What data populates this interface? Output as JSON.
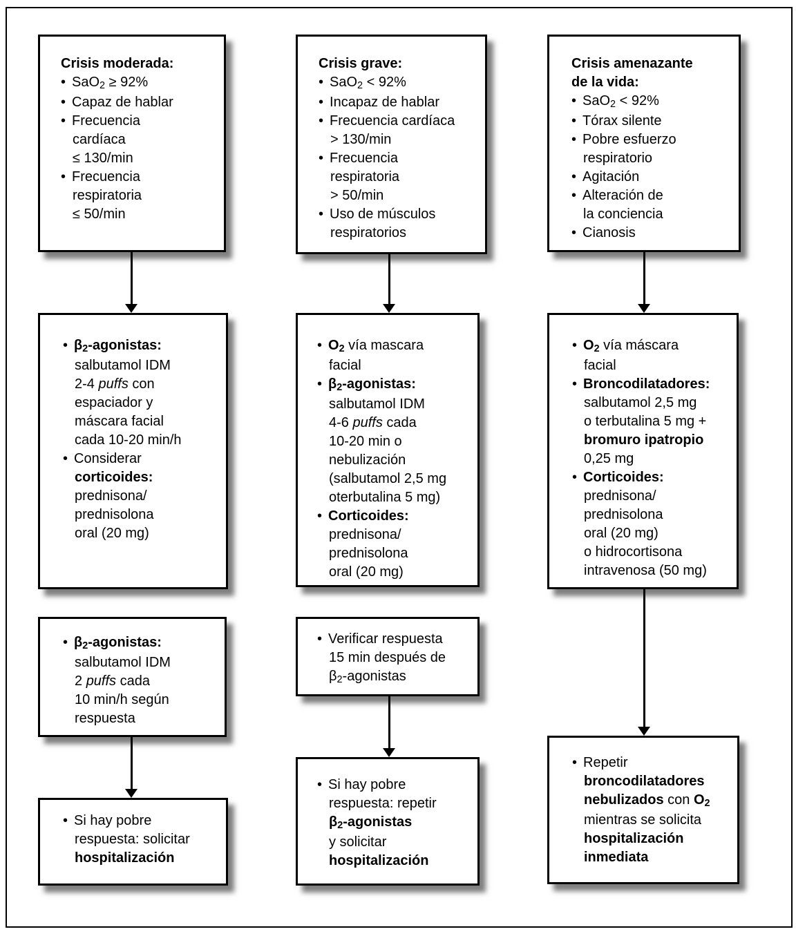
{
  "colors": {
    "background": "#ffffff",
    "box_border": "#000000",
    "text": "#000000",
    "frame_border": "#000000",
    "shadow": "rgba(0,0,0,0.5)"
  },
  "columns": [
    {
      "id": "crisis-moderada",
      "boxes": [
        {
          "name": "criterios-crisis-moderada",
          "title": [
            [
              "b",
              "Crisis moderada:"
            ]
          ],
          "bullets": [
            [
              [
                "",
                "SaO"
              ],
              [
                "sub",
                "2"
              ],
              [
                "",
                " ≥ 92%"
              ]
            ],
            [
              [
                "",
                "Capaz de hablar"
              ]
            ],
            [
              [
                "",
                "Frecuencia"
              ],
              [
                "br",
                ""
              ],
              [
                "",
                "cardíaca"
              ],
              [
                "br",
                ""
              ],
              [
                "",
                "≤ 130/min"
              ]
            ],
            [
              [
                "",
                "Frecuencia"
              ],
              [
                "br",
                ""
              ],
              [
                "",
                "respiratoria"
              ],
              [
                "br",
                ""
              ],
              [
                "",
                "≤ 50/min"
              ]
            ]
          ]
        },
        {
          "name": "tratamiento-inicial-moderada",
          "bullets": [
            [
              [
                "b",
                "β"
              ],
              [
                "b sub",
                "2"
              ],
              [
                "b",
                "-agonistas:"
              ],
              [
                "br",
                ""
              ],
              [
                "",
                "salbutamol IDM"
              ],
              [
                "br",
                ""
              ],
              [
                "",
                "2-4 "
              ],
              [
                "i",
                "puffs"
              ],
              [
                "",
                " con"
              ],
              [
                "br",
                ""
              ],
              [
                "",
                "espaciador y"
              ],
              [
                "br",
                ""
              ],
              [
                "",
                "máscara facial"
              ],
              [
                "br",
                ""
              ],
              [
                "",
                "cada 10-20 min/h"
              ]
            ],
            [
              [
                "",
                "Considerar"
              ],
              [
                "br",
                ""
              ],
              [
                "b",
                "corticoides:"
              ],
              [
                "br",
                ""
              ],
              [
                "",
                "prednisona/"
              ],
              [
                "br",
                ""
              ],
              [
                "",
                "prednisolona"
              ],
              [
                "br",
                ""
              ],
              [
                "",
                "oral (20 mg)"
              ]
            ]
          ]
        },
        {
          "name": "tratamiento-continuacion-moderada",
          "bullets": [
            [
              [
                "b",
                "β"
              ],
              [
                "b sub",
                "2"
              ],
              [
                "b",
                "-agonistas:"
              ],
              [
                "br",
                ""
              ],
              [
                "",
                "salbutamol IDM"
              ],
              [
                "br",
                ""
              ],
              [
                "",
                "2 "
              ],
              [
                "i",
                "puffs"
              ],
              [
                "",
                " cada"
              ],
              [
                "br",
                ""
              ],
              [
                "",
                "10 min/h según"
              ],
              [
                "br",
                ""
              ],
              [
                "",
                "respuesta"
              ]
            ]
          ]
        },
        {
          "name": "resultado-moderada",
          "bullets": [
            [
              [
                "",
                "Si hay pobre"
              ],
              [
                "br",
                ""
              ],
              [
                "",
                "respuesta: solicitar"
              ],
              [
                "br",
                ""
              ],
              [
                "b",
                "hospitalización"
              ]
            ]
          ]
        }
      ]
    },
    {
      "id": "crisis-grave",
      "boxes": [
        {
          "name": "criterios-crisis-grave",
          "title": [
            [
              "b",
              "Crisis grave:"
            ]
          ],
          "bullets": [
            [
              [
                "",
                "SaO"
              ],
              [
                "sub",
                "2"
              ],
              [
                "",
                " < 92%"
              ]
            ],
            [
              [
                "",
                "Incapaz de hablar"
              ]
            ],
            [
              [
                "",
                "Frecuencia cardíaca"
              ],
              [
                "br",
                ""
              ],
              [
                "",
                "> 130/min"
              ]
            ],
            [
              [
                "",
                "Frecuencia"
              ],
              [
                "br",
                ""
              ],
              [
                "",
                "respiratoria"
              ],
              [
                "br",
                ""
              ],
              [
                "",
                "> 50/min"
              ]
            ],
            [
              [
                "",
                "Uso de músculos"
              ],
              [
                "br",
                ""
              ],
              [
                "",
                "respiratorios"
              ]
            ]
          ]
        },
        {
          "name": "tratamiento-inicial-grave",
          "bullets": [
            [
              [
                "b",
                "O"
              ],
              [
                "b sub",
                "2"
              ],
              [
                "",
                " vía mascara"
              ],
              [
                "br",
                ""
              ],
              [
                "",
                "facial"
              ]
            ],
            [
              [
                "b",
                "β"
              ],
              [
                "b sub",
                "2"
              ],
              [
                "b",
                "-agonistas:"
              ],
              [
                "br",
                ""
              ],
              [
                "",
                "salbutamol IDM"
              ],
              [
                "br",
                ""
              ],
              [
                "",
                "4-6 "
              ],
              [
                "i",
                "puffs"
              ],
              [
                "",
                " cada"
              ],
              [
                "br",
                ""
              ],
              [
                "",
                "10-20 min o"
              ],
              [
                "br",
                ""
              ],
              [
                "",
                "nebulización"
              ],
              [
                "br",
                ""
              ],
              [
                "",
                "(salbutamol 2,5 mg"
              ],
              [
                "br",
                ""
              ],
              [
                "",
                "oterbutalina 5 mg)"
              ]
            ],
            [
              [
                "b",
                "Corticoides:"
              ],
              [
                "br",
                ""
              ],
              [
                "",
                "prednisona/"
              ],
              [
                "br",
                ""
              ],
              [
                "",
                "prednisolona"
              ],
              [
                "br",
                ""
              ],
              [
                "",
                "oral (20 mg)"
              ]
            ]
          ]
        },
        {
          "name": "verificar-respuesta-grave",
          "bullets": [
            [
              [
                "",
                "Verificar respuesta"
              ],
              [
                "br",
                ""
              ],
              [
                "",
                "15 min después de"
              ],
              [
                "br",
                ""
              ],
              [
                "",
                "β"
              ],
              [
                "sub",
                "2"
              ],
              [
                "",
                "-agonistas"
              ]
            ]
          ]
        },
        {
          "name": "resultado-grave",
          "bullets": [
            [
              [
                "",
                "Si hay pobre"
              ],
              [
                "br",
                ""
              ],
              [
                "",
                "respuesta: repetir"
              ],
              [
                "br",
                ""
              ],
              [
                "b",
                "β"
              ],
              [
                "b sub",
                "2"
              ],
              [
                "b",
                "-agonistas"
              ],
              [
                "br",
                ""
              ],
              [
                "",
                "y solicitar"
              ],
              [
                "br",
                ""
              ],
              [
                "b",
                "hospitalización"
              ]
            ]
          ]
        }
      ]
    },
    {
      "id": "crisis-amenazante",
      "boxes": [
        {
          "name": "criterios-crisis-amenazante",
          "title": [
            [
              "b",
              "Crisis amenazante"
            ],
            [
              "br",
              ""
            ],
            [
              "b",
              "de la vida:"
            ]
          ],
          "bullets": [
            [
              [
                "",
                "SaO"
              ],
              [
                "sub",
                "2"
              ],
              [
                "",
                " < 92%"
              ]
            ],
            [
              [
                "",
                "Tórax silente"
              ]
            ],
            [
              [
                "",
                "Pobre esfuerzo"
              ],
              [
                "br",
                ""
              ],
              [
                "",
                "respiratorio"
              ]
            ],
            [
              [
                "",
                "Agitación"
              ]
            ],
            [
              [
                "",
                "Alteración de"
              ],
              [
                "br",
                ""
              ],
              [
                "",
                "la conciencia"
              ]
            ],
            [
              [
                "",
                "Cianosis"
              ]
            ]
          ]
        },
        {
          "name": "tratamiento-inicial-amenazante",
          "bullets": [
            [
              [
                "b",
                "O"
              ],
              [
                "b sub",
                "2"
              ],
              [
                "",
                " vía máscara"
              ],
              [
                "br",
                ""
              ],
              [
                "",
                "facial"
              ]
            ],
            [
              [
                "b",
                "Broncodilatadores:"
              ],
              [
                "br",
                ""
              ],
              [
                "",
                "salbutamol 2,5 mg"
              ],
              [
                "br",
                ""
              ],
              [
                "",
                "o terbutalina 5 mg +"
              ],
              [
                "br",
                ""
              ],
              [
                "b",
                "bromuro ipatropio"
              ],
              [
                "br",
                ""
              ],
              [
                "",
                "0,25 mg"
              ]
            ],
            [
              [
                "b",
                "Corticoides:"
              ],
              [
                "br",
                ""
              ],
              [
                "",
                "prednisona/"
              ],
              [
                "br",
                ""
              ],
              [
                "",
                "prednisolona"
              ],
              [
                "br",
                ""
              ],
              [
                "",
                "oral (20 mg)"
              ],
              [
                "br",
                ""
              ],
              [
                "",
                "o hidrocortisona"
              ],
              [
                "br",
                ""
              ],
              [
                "",
                "intravenosa (50 mg)"
              ]
            ]
          ]
        },
        {
          "name": "resultado-amenazante",
          "bullets": [
            [
              [
                "",
                "Repetir"
              ],
              [
                "br",
                ""
              ],
              [
                "b",
                "broncodilatadores"
              ],
              [
                "br",
                ""
              ],
              [
                "b",
                "nebulizados"
              ],
              [
                "",
                " con "
              ],
              [
                "b",
                "O"
              ],
              [
                "b sub",
                "2"
              ],
              [
                "br",
                ""
              ],
              [
                "",
                "mientras se solicita"
              ],
              [
                "br",
                ""
              ],
              [
                "b",
                "hospitalización"
              ],
              [
                "br",
                ""
              ],
              [
                "b",
                "inmediata"
              ]
            ]
          ]
        }
      ]
    }
  ]
}
